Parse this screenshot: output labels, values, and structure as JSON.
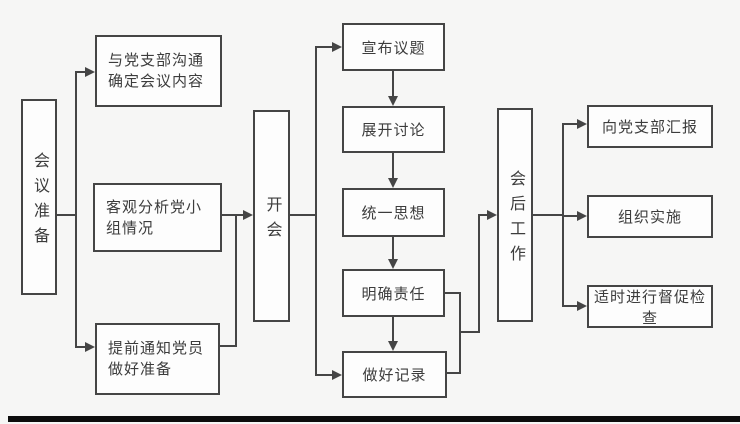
{
  "page": {
    "background_color": "#f6f6f5",
    "line_color": "#454545",
    "node_fill_color": "#fdfdfd",
    "text_color": "#3c3c3c",
    "bottom_rule_color": "#0d0d0d"
  },
  "flowchart": {
    "stages": {
      "prep": {
        "label": "会议准备"
      },
      "meeting": {
        "label": "开会"
      },
      "after": {
        "label": "会后工作"
      }
    },
    "prep_items": [
      {
        "label": "与党支部沟通确定会议内容"
      },
      {
        "label": "客观分析党小组情况"
      },
      {
        "label": "提前通知党员做好准备"
      }
    ],
    "meeting_steps": [
      {
        "label": "宣布议题"
      },
      {
        "label": "展开讨论"
      },
      {
        "label": "统一思想"
      },
      {
        "label": "明确责任"
      },
      {
        "label": "做好记录"
      }
    ],
    "after_items": [
      {
        "label": "向党支部汇报"
      },
      {
        "label": "组织实施"
      },
      {
        "label": "适时进行督促检查"
      }
    ]
  }
}
